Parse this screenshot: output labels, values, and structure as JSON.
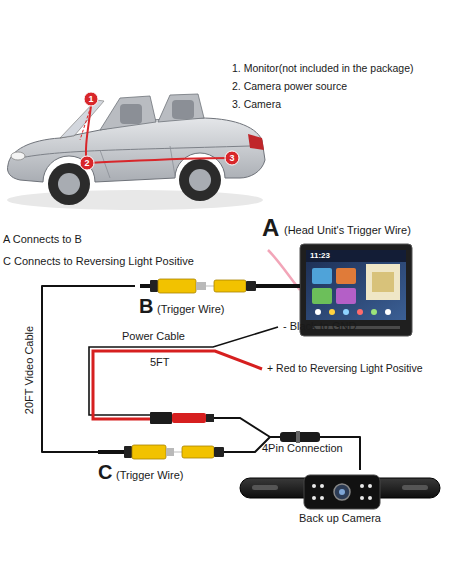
{
  "diagram": {
    "nodes": [
      {
        "text": [
          "A",
          "(Head Unit's Trigger Wire)"
        ]
      },
      {
        "text": [
          "B",
          "(Trigger Wire)"
        ]
      },
      {
        "text": [
          "C",
          "(Trigger Wire)"
        ]
      },
      {
        "text": [
          "Back up Camera"
        ]
      }
    ],
    "edges": [
      {
        "from": 1,
        "to": 0,
        "arrow": "none"
      },
      {
        "from": 1,
        "to": 2,
        "label": "20FT Video Cable",
        "arrow": "none"
      },
      {
        "from": 2,
        "to": 3,
        "label": "4Pin Connection",
        "arrow": "none"
      }
    ],
    "labels": [
      "1",
      "2",
      "3",
      "1. Monitor(not included in the package)",
      "2. Camera power source",
      "3. Camera",
      "A Connects to B",
      "C Connects to Reversing Light Positive",
      "11:23",
      "Power Cable",
      "5FT",
      "- Black to GND",
      "+ Red to Reversing Light Positive"
    ]
  }
}
